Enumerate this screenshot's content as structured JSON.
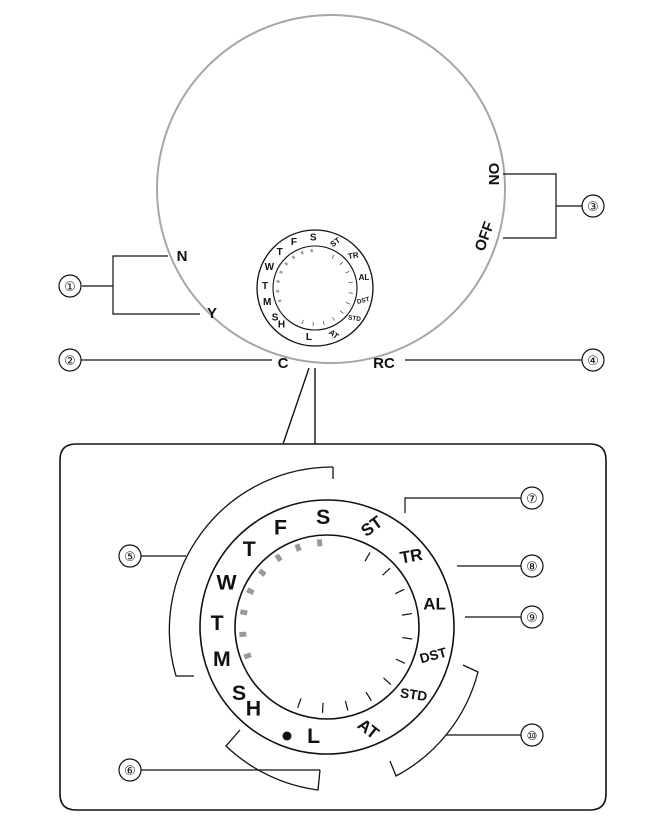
{
  "top_dial": {
    "edge_labels": {
      "n": "N",
      "y": "Y",
      "c": "C",
      "rc": "RC",
      "on": "ON",
      "off": "OFF"
    },
    "ring": {
      "weekdays": [
        "S",
        "M",
        "T",
        "W",
        "T",
        "F",
        "S"
      ],
      "right": [
        "ST",
        "TR",
        "AL",
        "DST",
        "STD",
        "AT"
      ],
      "bottom": [
        "L",
        "H"
      ]
    }
  },
  "callouts": [
    "①",
    "②",
    "③",
    "④",
    "⑤",
    "⑥",
    "⑦",
    "⑧",
    "⑨",
    "⑩"
  ],
  "detail": {
    "weekdays": [
      "S",
      "M",
      "T",
      "W",
      "T",
      "F",
      "S"
    ],
    "right": [
      "ST",
      "TR",
      "AL",
      "DST",
      "STD",
      "AT"
    ],
    "bottom": [
      "L",
      "H"
    ]
  },
  "colors": {
    "dial_outline": "#a6a6a6",
    "marker": "#999999",
    "ink": "#111111"
  }
}
